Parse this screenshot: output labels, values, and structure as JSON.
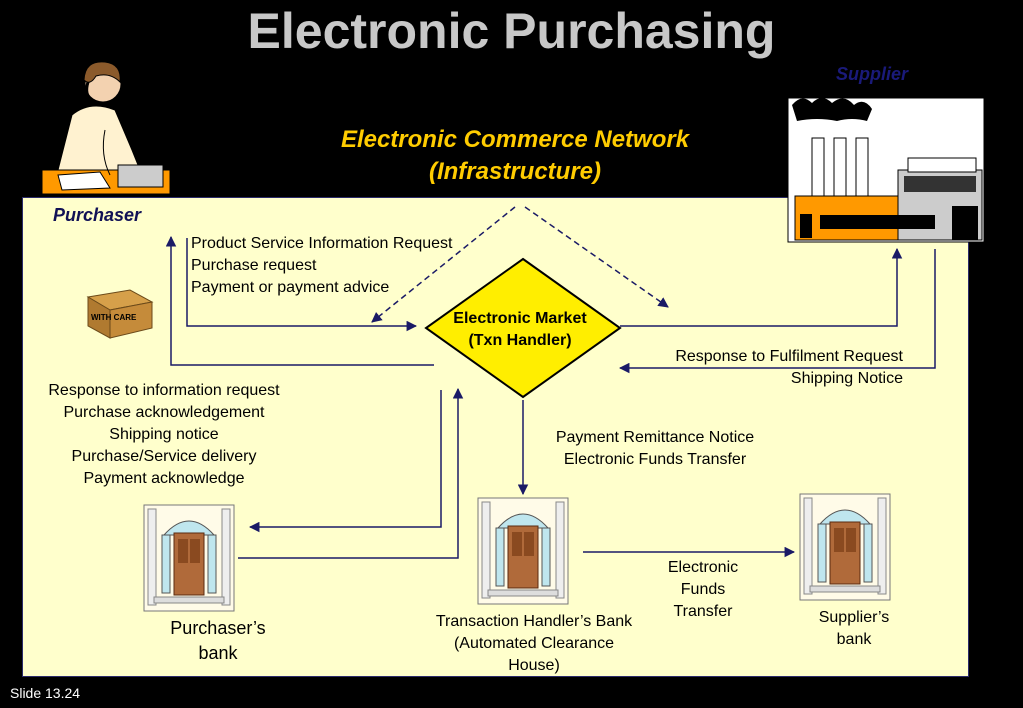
{
  "title": "Electronic Purchasing",
  "network_title": {
    "line1": "Electronic Commerce Network",
    "line2": "(Infrastructure)"
  },
  "supplier_label": "Supplier",
  "purchaser_label": "Purchaser",
  "market": {
    "line1": "Electronic Market",
    "line2": "(Txn Handler)"
  },
  "purchaser_to_market": [
    "Product Service Information Request",
    "Purchase request",
    "Payment or payment advice"
  ],
  "market_to_purchaser": [
    "Response to information request",
    "Purchase acknowledgement",
    "Shipping notice",
    "Purchase/Service delivery",
    "Payment acknowledge"
  ],
  "supplier_to_market": [
    "Response to Fulfilment Request",
    "Shipping Notice"
  ],
  "market_to_bank": [
    "Payment Remittance Notice",
    "Electronic Funds Transfer"
  ],
  "eft_label": [
    "Electronic",
    "Funds",
    "Transfer"
  ],
  "purchaser_bank": [
    "Purchaser’s",
    "bank"
  ],
  "txn_bank": [
    "Transaction Handler’s Bank",
    "(Automated Clearance",
    "House)"
  ],
  "supplier_bank": [
    "Supplier’s",
    "bank"
  ],
  "carton_text": "WITH CARE",
  "slide_number": "Slide 13.24",
  "colors": {
    "background": "#000000",
    "panel": "#ffffcc",
    "diamond": "#ffee00",
    "network_title": "#ffcc00",
    "factory": "#ff9900"
  }
}
